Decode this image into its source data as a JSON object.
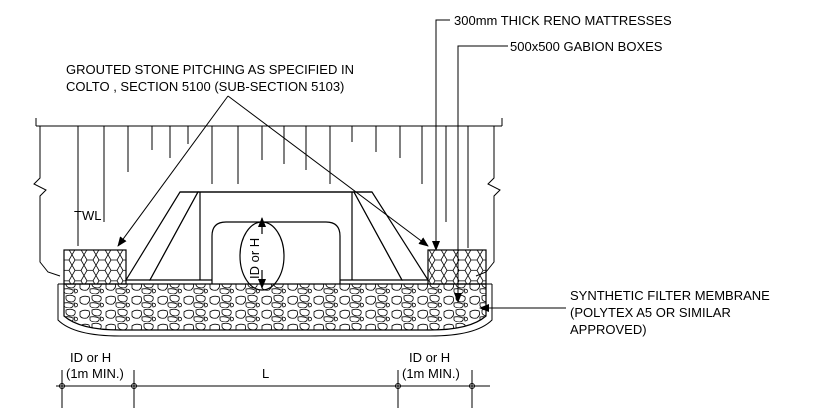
{
  "labels": {
    "reno": "300mm THICK RENO MATTRESSES",
    "gabion": "500x500 GABION BOXES",
    "pitching_line1": "GROUTED STONE PITCHING AS SPECIFIED IN",
    "pitching_line2": "COLTO , SECTION 5100 (SUB-SECTION 5103)",
    "twl": "TWL",
    "membrane_line1": "SYNTHETIC FILTER MEMBRANE",
    "membrane_line2": "(POLYTEX A5 OR SIMILAR",
    "membrane_line3": "APPROVED)",
    "culvert_dim": "ID or H"
  },
  "dimensions": {
    "left_top": "ID or H",
    "left_bottom": "(1m MIN.)",
    "middle": "L",
    "right_top": "ID or H",
    "right_bottom": "(1m MIN.)"
  }
}
